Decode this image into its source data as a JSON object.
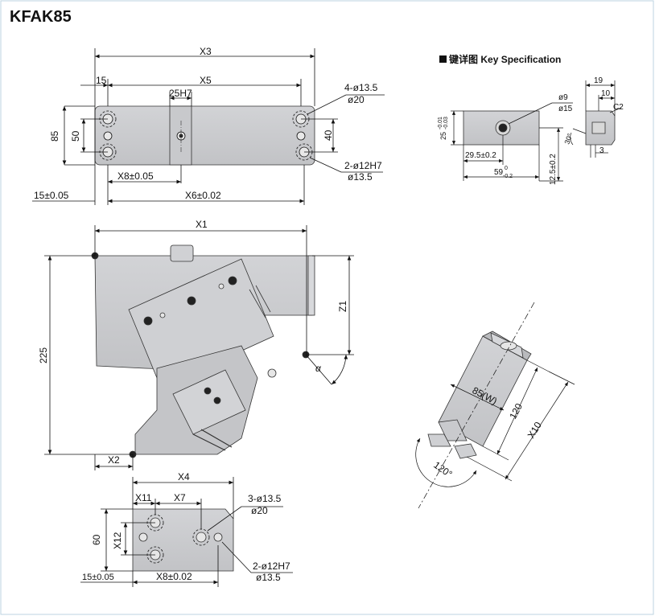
{
  "title": "KFAK85",
  "key_spec": {
    "cn": "键详图",
    "en": "Key Specification"
  },
  "top_view": {
    "x3": "X3",
    "x5": "X5",
    "d15": "15",
    "d25h7": "25H7",
    "hole_a": "4-ø13.5",
    "hole_a2": "ø20",
    "h85": "85",
    "h50": "50",
    "h40": "40",
    "hole_b": "2-ø12H7",
    "hole_b2": "ø13.5",
    "x8": "X8±0.05",
    "d15tol": "15±0.05",
    "x6": "X6±0.02"
  },
  "front_view": {
    "x1": "X1",
    "h225": "225",
    "z1": "Z1",
    "alpha": "α",
    "x2": "X2"
  },
  "bottom_view": {
    "x4": "X4",
    "x11": "X11",
    "x7": "X7",
    "hole_a": "3-ø13.5",
    "hole_a2": "ø20",
    "h60": "60",
    "x12": "X12",
    "d15tol": "15±0.05",
    "x8": "X8±0.02",
    "hole_b": "2-ø12H7",
    "hole_b2": "ø13.5"
  },
  "key_detail": {
    "d9": "ø9",
    "d15": "ø15",
    "h25": "25",
    "tol_up": "-0.01",
    "tol_dn": "-0.03",
    "d29": "29.5±0.2",
    "d59": "59",
    "tol59a": "0",
    "tol59b": "-0.2",
    "d125": "12.5±0.2",
    "d19": "19",
    "d10": "10",
    "c2": "C2",
    "a30": "30°",
    "d3": "3"
  },
  "iso_view": {
    "w": "85(W)",
    "h120": "120",
    "x10": "X10",
    "a120": "120°"
  }
}
